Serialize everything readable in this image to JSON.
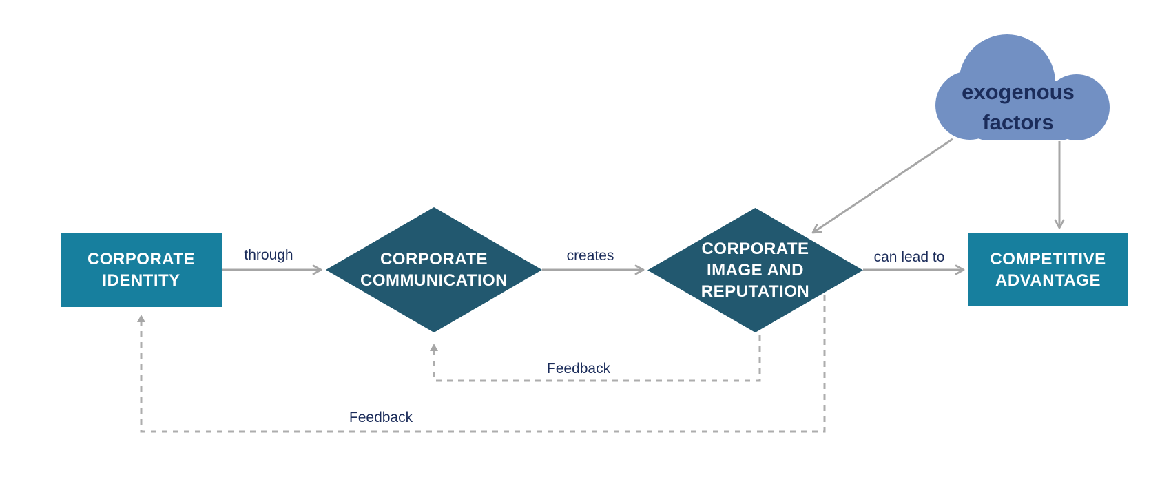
{
  "nodes": {
    "identity": {
      "label": "CORPORATE\nIDENTITY",
      "shape": "rectangle"
    },
    "communication": {
      "label": "CORPORATE\nCOMMUNICATION",
      "shape": "diamond"
    },
    "image_reputation": {
      "label": "CORPORATE\nIMAGE AND\nREPUTATION",
      "shape": "diamond"
    },
    "advantage": {
      "label": "COMPETITIVE\nADVANTAGE",
      "shape": "rectangle"
    },
    "exogenous": {
      "label": "exogenous\nfactors",
      "shape": "cloud"
    }
  },
  "connectors": {
    "through": {
      "label": "through",
      "from": "identity",
      "to": "communication",
      "style": "solid"
    },
    "creates": {
      "label": "creates",
      "from": "communication",
      "to": "image_reputation",
      "style": "solid"
    },
    "can_lead_to": {
      "label": "can lead to",
      "from": "image_reputation",
      "to": "advantage",
      "style": "solid"
    },
    "exogenous_to_image": {
      "label": "",
      "from": "exogenous",
      "to": "image_reputation",
      "style": "solid"
    },
    "exogenous_to_advantage": {
      "label": "",
      "from": "exogenous",
      "to": "advantage",
      "style": "solid"
    },
    "feedback_inner": {
      "label": "Feedback",
      "from": "image_reputation",
      "to": "communication",
      "style": "dashed"
    },
    "feedback_outer": {
      "label": "Feedback",
      "from": "image_reputation",
      "to": "identity",
      "style": "dashed"
    }
  },
  "colors": {
    "box_fill": "#177f9e",
    "diamond_fill": "#22586f",
    "cloud_fill": "#7290c3",
    "node_text": "#ffffff",
    "label_text": "#1b2c5a",
    "arrow_gray": "#a6a6a6",
    "dashed_gray": "#adadad",
    "background": "#ffffff"
  }
}
